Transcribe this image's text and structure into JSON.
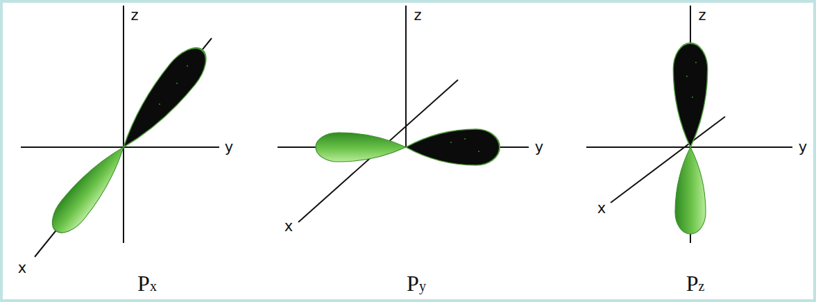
{
  "diagram": {
    "labels": [
      "z",
      "y",
      "x",
      "Px",
      "z",
      "y",
      "x",
      "Py",
      "z",
      "y",
      "x",
      "Pz"
    ]
  }
}
